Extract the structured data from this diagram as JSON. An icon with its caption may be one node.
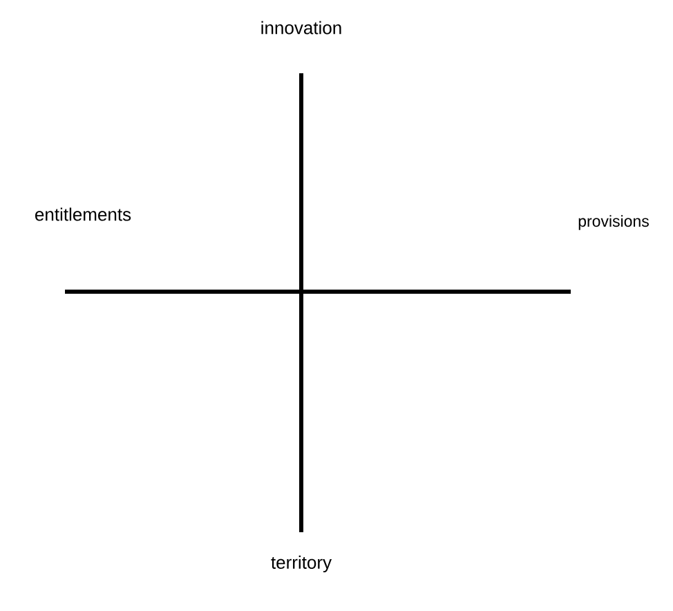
{
  "diagram": {
    "labels": [
      "innovation",
      "entitlements",
      "provisions",
      "territory"
    ]
  }
}
